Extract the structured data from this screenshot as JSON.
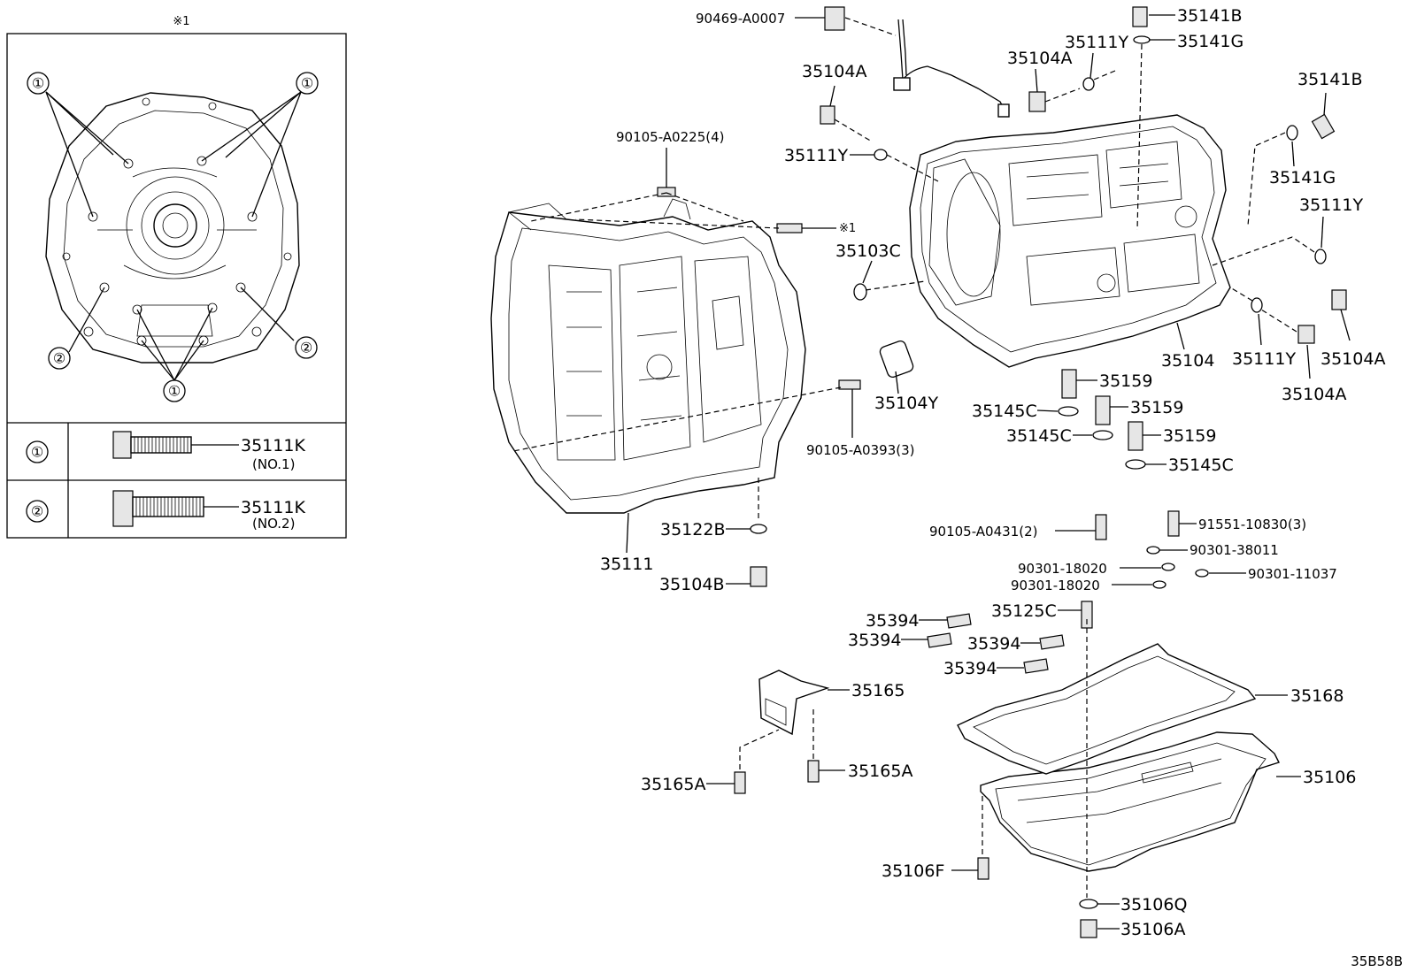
{
  "figure_code": "35B58B",
  "inset": {
    "note_label": "※1",
    "callout_1": "①",
    "callout_2": "②",
    "table": [
      {
        "mark": "①",
        "part": "35111K",
        "note": "(NO.1)"
      },
      {
        "mark": "②",
        "part": "35111K",
        "note": "(NO.2)"
      }
    ]
  },
  "parts": {
    "p90469_A0007": "90469-A0007",
    "p35104A_1": "35104A",
    "p35111Y_1": "35111Y",
    "p90105_A0225": "90105-A0225(4)",
    "p_note1": "※1",
    "p35103C": "35103C",
    "p35104Y": "35104Y",
    "p90105_A0393": "90105-A0393(3)",
    "p35122B": "35122B",
    "p35104B": "35104B",
    "p35111": "35111",
    "p35141B_1": "35141B",
    "p35141G_1": "35141G",
    "p35111Y_2": "35111Y",
    "p35104A_2": "35104A",
    "p35141B_2": "35141B",
    "p35141G_2": "35141G",
    "p35111Y_3": "35111Y",
    "p35104": "35104",
    "p35111Y_4": "35111Y",
    "p35104A_3": "35104A",
    "p35104A_4": "35104A",
    "p35159_1": "35159",
    "p35145C_1": "35145C",
    "p35159_2": "35159",
    "p35145C_2": "35145C",
    "p35159_3": "35159",
    "p35145C_3": "35145C",
    "p90105_A0431": "90105-A0431(2)",
    "p91551_10830": "91551-10830(3)",
    "p90301_38011": "90301-38011",
    "p90301_18020_1": "90301-18020",
    "p90301_18020_2": "90301-18020",
    "p90301_11037": "90301-11037",
    "p35394_1": "35394",
    "p35394_2": "35394",
    "p35394_3": "35394",
    "p35394_4": "35394",
    "p35125C": "35125C",
    "p35165": "35165",
    "p35168": "35168",
    "p35165A_1": "35165A",
    "p35165A_2": "35165A",
    "p35106": "35106",
    "p35106F": "35106F",
    "p35106Q": "35106Q",
    "p35106A": "35106A"
  }
}
